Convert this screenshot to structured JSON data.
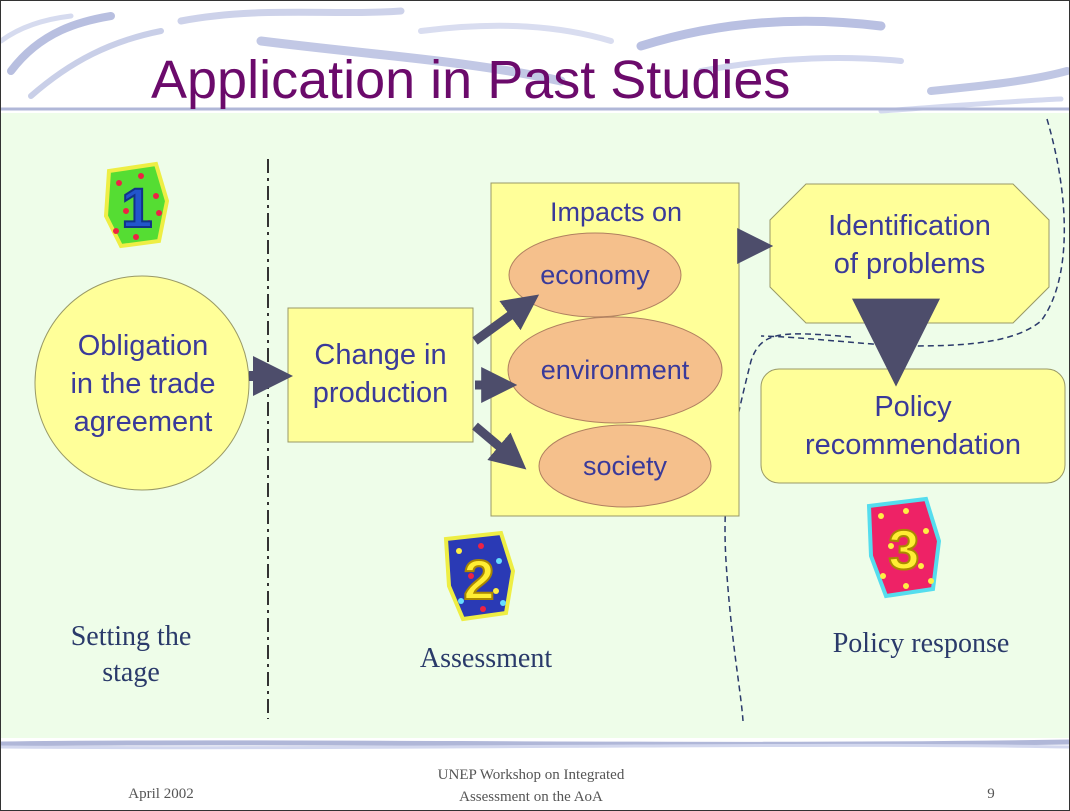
{
  "slide": {
    "title": "Application in Past Studies",
    "footer": {
      "date": "April 2002",
      "workshop_line1": "UNEP Workshop on Integrated",
      "workshop_line2": "Assessment on the AoA",
      "page_number": "9"
    }
  },
  "diagram": {
    "obligation": {
      "line1": "Obligation",
      "line2": "in the trade",
      "line3": "agreement"
    },
    "change": {
      "line1": "Change in",
      "line2": "production"
    },
    "impacts": {
      "heading": "Impacts on",
      "items": [
        "economy",
        "environment",
        "society"
      ]
    },
    "identification": {
      "line1": "Identification",
      "line2": "of problems"
    },
    "policy": {
      "line1": "Policy",
      "line2": "recommendation"
    },
    "stages": {
      "setting_line1": "Setting the",
      "setting_line2": "stage",
      "assessment": "Assessment",
      "policy_response": "Policy response"
    },
    "badges": [
      "1",
      "2",
      "3"
    ]
  },
  "colors": {
    "title": "#6b0a6b",
    "box_fill": "#ffff99",
    "ellipse_fill": "#f5c08c",
    "arrow": "#4d4d6b",
    "background": "#eefde9"
  }
}
